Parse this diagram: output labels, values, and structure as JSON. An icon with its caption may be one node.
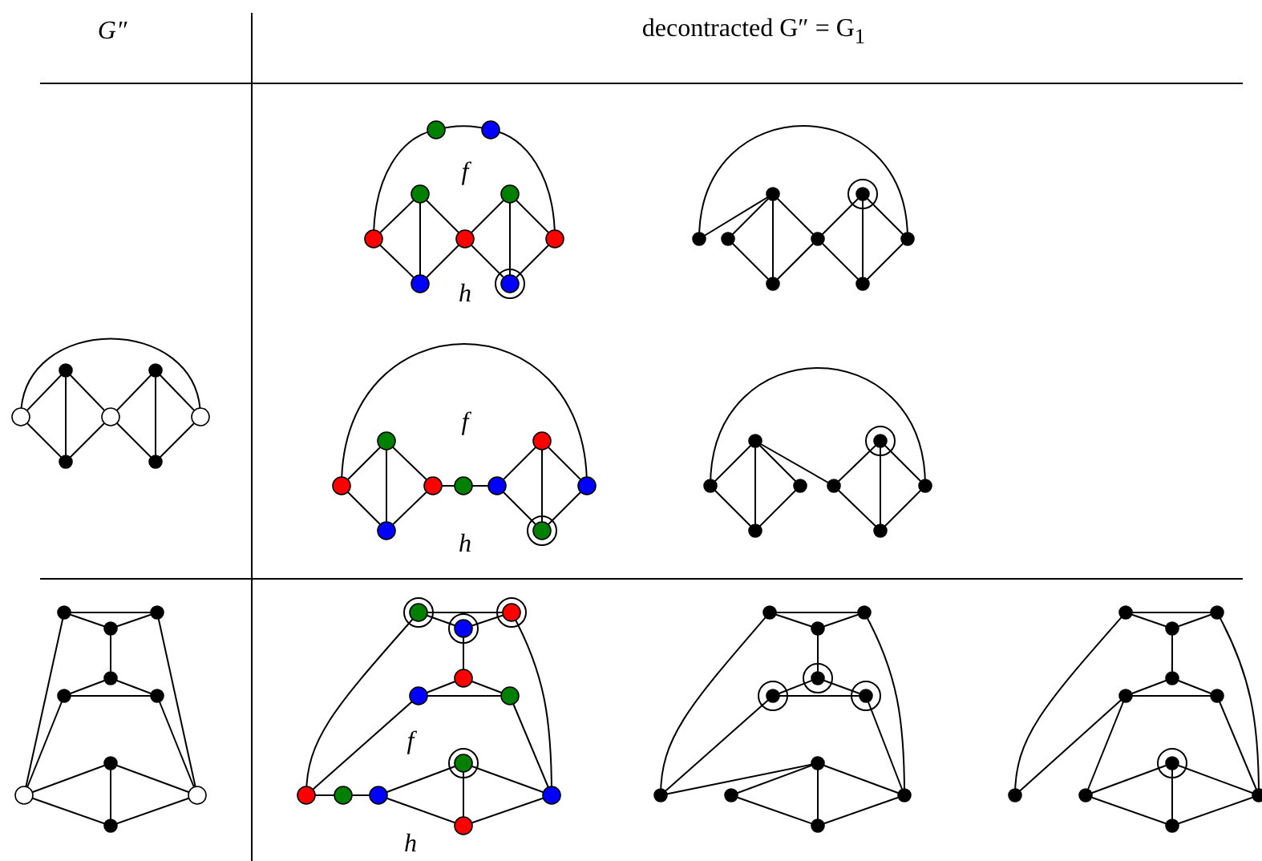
{
  "diagram": {
    "labels": [
      "G″",
      "decontracted G″ = G$_{1}$",
      "f",
      "h",
      "f",
      "h",
      "f",
      "h"
    ]
  }
}
